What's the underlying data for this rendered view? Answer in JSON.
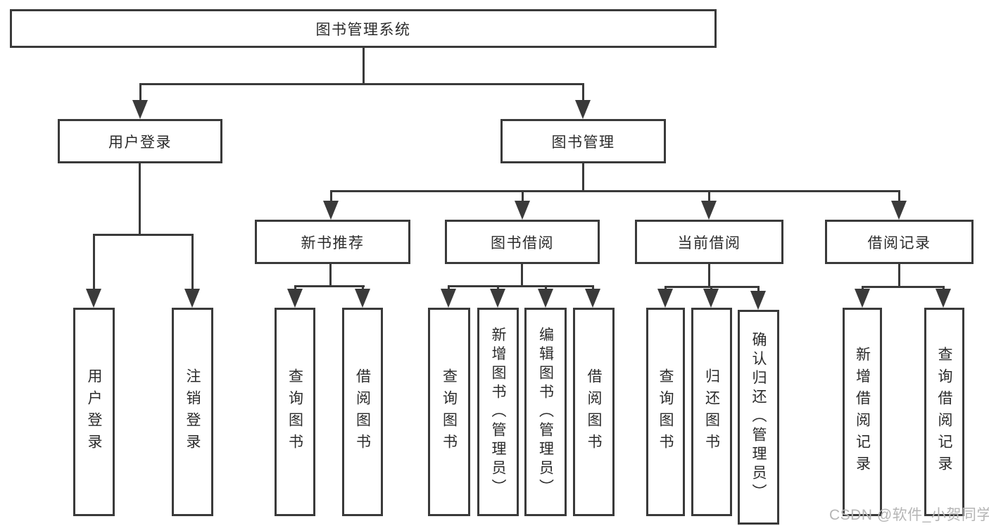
{
  "diagram_type": "hierarchy",
  "colors": {
    "line": "#3a3a3a",
    "text": "#2b2b2b",
    "box_background": "#ffffff",
    "page_background": "#ffffff",
    "watermark": "#b5b5b5"
  },
  "nodes": {
    "root": {
      "label": "图书管理系统"
    },
    "user_login": {
      "label": "用户登录"
    },
    "book_mgmt": {
      "label": "图书管理"
    },
    "new_book": {
      "label": "新书推荐"
    },
    "book_borrow": {
      "label": "图书借阅"
    },
    "current_borrow": {
      "label": "当前借阅"
    },
    "borrow_record": {
      "label": "借阅记录"
    },
    "leaf_user_login": {
      "label": "用户登录"
    },
    "leaf_logout": {
      "label": "注销登录"
    },
    "leaf_nb_query": {
      "label": "查询图书"
    },
    "leaf_nb_borrow": {
      "label": "借阅图书"
    },
    "leaf_bb_query": {
      "label": "查询图书"
    },
    "leaf_bb_add": {
      "label": "新增图书（管理员）"
    },
    "leaf_bb_edit": {
      "label": "编辑图书（管理员）"
    },
    "leaf_bb_borrow": {
      "label": "借阅图书"
    },
    "leaf_cb_query": {
      "label": "查询图书"
    },
    "leaf_cb_return": {
      "label": "归还图书"
    },
    "leaf_cb_confirm": {
      "label": "确认归还（管理员）"
    },
    "leaf_br_add": {
      "label": "新增借阅记录"
    },
    "leaf_br_query": {
      "label": "查询借阅记录"
    }
  },
  "hierarchy": {
    "图书管理系统": {
      "用户登录": [
        "用户登录",
        "注销登录"
      ],
      "图书管理": {
        "新书推荐": [
          "查询图书",
          "借阅图书"
        ],
        "图书借阅": [
          "查询图书",
          "新增图书（管理员）",
          "编辑图书（管理员）",
          "借阅图书"
        ],
        "当前借阅": [
          "查询图书",
          "归还图书",
          "确认归还（管理员）"
        ],
        "借阅记录": [
          "新增借阅记录",
          "查询借阅记录"
        ]
      }
    }
  },
  "watermark": {
    "text": "CSDN @软件_小贺同学"
  }
}
